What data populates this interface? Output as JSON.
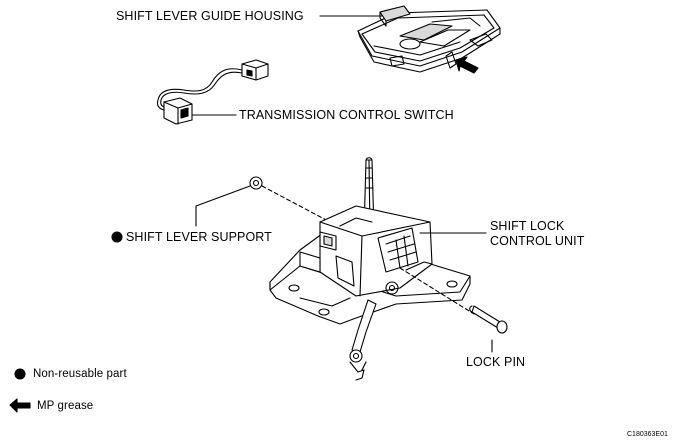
{
  "labels": {
    "shift_lever_guide_housing": "SHIFT LEVER GUIDE HOUSING",
    "transmission_control_switch": "TRANSMISSION CONTROL SWITCH",
    "shift_lever_support": "SHIFT LEVER SUPPORT",
    "shift_lock_control_unit_line1": "SHIFT LOCK",
    "shift_lock_control_unit_line2": "CONTROL UNIT",
    "lock_pin": "LOCK PIN"
  },
  "legend": {
    "non_reusable": "Non-reusable part",
    "mp_grease": "MP grease"
  },
  "figure_code": "C180363E01",
  "colors": {
    "ink": "#000000",
    "paper": "#ffffff",
    "shade": "#d9d9d9"
  },
  "icons": {
    "non_reusable_marker": "filled-circle-icon",
    "grease_marker": "left-arrow-icon"
  }
}
